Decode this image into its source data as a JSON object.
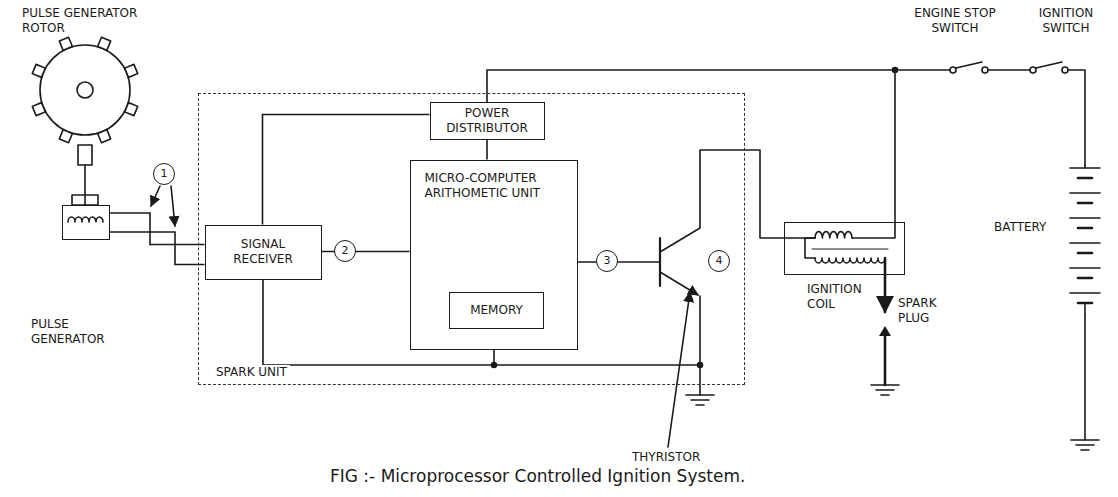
{
  "diagram": {
    "caption": "FIG :- Microprocessor Controlled Ignition System.",
    "nodes": [
      {
        "text": [
          "SPARK UNIT"
        ]
      },
      {
        "text": [
          "POWER DISTRIBUTOR"
        ],
        "in": 0
      },
      {
        "text": [
          "SIGNAL RECEIVER"
        ],
        "in": 0
      },
      {
        "text": [
          "MICRO-COMPUTER ARITHOMETIC UNIT"
        ],
        "in": 0
      },
      {
        "text": [
          "MEMORY"
        ],
        "in": 3
      },
      {
        "text": [
          "PULSE GENERATOR"
        ]
      },
      {
        "text": [
          "IGNITION COIL"
        ]
      }
    ],
    "edges": [
      {
        "from": 5,
        "to": 2,
        "arrow": "none"
      },
      {
        "from": 5,
        "to": 2,
        "arrow": "none"
      },
      {
        "from": 2,
        "to": 3,
        "arrow": "none"
      },
      {
        "from": 1,
        "to": 2,
        "arrow": "none"
      },
      {
        "from": 1,
        "to": 3,
        "arrow": "none"
      }
    ],
    "labels": [
      "PULSE GENERATOR ROTOR",
      "1",
      "2",
      "3",
      "4",
      "THYRISTOR",
      "ENGINE STOP SWITCH",
      "IGNITION SWITCH",
      "BATTERY",
      "SPARK PLUG"
    ]
  }
}
